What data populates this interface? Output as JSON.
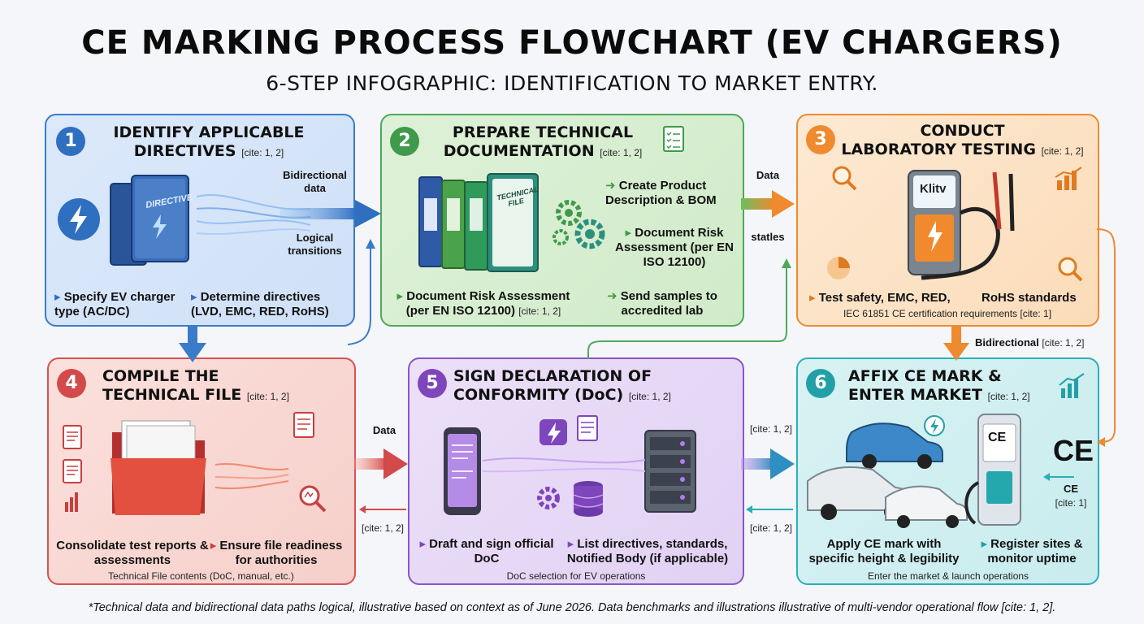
{
  "header": {
    "title": "CE MARKING PROCESS FLOWCHART (EV CHARGERS)",
    "subtitle": "6-STEP INFOGRAPHIC: IDENTIFICATION TO MARKET ENTRY."
  },
  "steps": [
    {
      "number": "1",
      "title_line1": "IDENTIFY APPLICABLE",
      "title_line2": "DIRECTIVES",
      "cite": "[cite: 1, 2]",
      "book_label": "DIRECTIVE",
      "bullet_a": "Specify EV charger type (AC/DC)",
      "bullet_b": "Determine directives (LVD, EMC, RED, RoHS)",
      "color": "#3a7cc9"
    },
    {
      "number": "2",
      "title_line1": "PREPARE TECHNICAL",
      "title_line2": "DOCUMENTATION",
      "cite": "[cite: 1, 2]",
      "binder_label": "TECHNICAL FILE",
      "item_a": "Create Product Description & BOM",
      "item_b": "Document Risk Assessment (per EN ISO 12100)",
      "bullet_a": "Document Risk Assessment (per EN ISO 12100)",
      "bullet_a_cite": "[cite: 1, 2]",
      "bullet_b": "Send samples to accredited lab",
      "color": "#4fa85a"
    },
    {
      "number": "3",
      "title_line1": "CONDUCT",
      "title_line2": "LABORATORY TESTING",
      "cite": "[cite: 1, 2]",
      "charger_label": "Klitv",
      "bullet_a": "Test safety, EMC, RED,",
      "bullet_b": "RoHS standards",
      "note": "IEC 61851 CE certification requirements [cite: 1]",
      "color": "#ef8a2e"
    },
    {
      "number": "4",
      "title_line1": "COMPILE THE",
      "title_line2": "TECHNICAL FILE",
      "cite": "[cite: 1, 2]",
      "bullet_a": "Consolidate test reports & assessments",
      "bullet_b": "Ensure file readiness for authorities",
      "note": "Technical File contents (DoC, manual, etc.)",
      "color": "#d95151"
    },
    {
      "number": "5",
      "title_line1": "SIGN DECLARATION OF",
      "title_line2": "CONFORMITY (DoC)",
      "cite": "[cite: 1, 2]",
      "bullet_a": "Draft and sign official DoC",
      "bullet_b": "List directives, standards, Notified Body (if applicable)",
      "note": "DoC selection for EV operations",
      "color": "#8a55c8"
    },
    {
      "number": "6",
      "title_line1": "AFFIX CE MARK &",
      "title_line2": "ENTER MARKET",
      "cite": "[cite: 1, 2]",
      "mark": "CE",
      "bullet_a": "Apply CE mark with specific height & legibility",
      "bullet_b": "Register sites & monitor uptime",
      "note": "Enter the market & launch operations",
      "color": "#2bb0b8"
    }
  ],
  "connectors": {
    "bidirectional_data": "Bidirectional data",
    "logical_transitions": "Logical transitions",
    "data_top": "Data",
    "statles": "statles",
    "bidirectional": "Bidirectional",
    "bidirectional_cite": "[cite: 1, 2]",
    "data_bottom": "Data",
    "cite_4_5": "[cite: 1, 2]",
    "cite_5_6_top": "[cite: 1, 2]",
    "cite_5_6_bottom": "[cite: 1, 2]",
    "ce_label": "CE",
    "ce_cite": "[cite: 1]"
  },
  "footnote": "*Technical data and bidirectional data paths logical, illustrative based on context as of June 2026. Data benchmarks and illustrations illustrative of multi-vendor operational flow [cite: 1, 2]."
}
